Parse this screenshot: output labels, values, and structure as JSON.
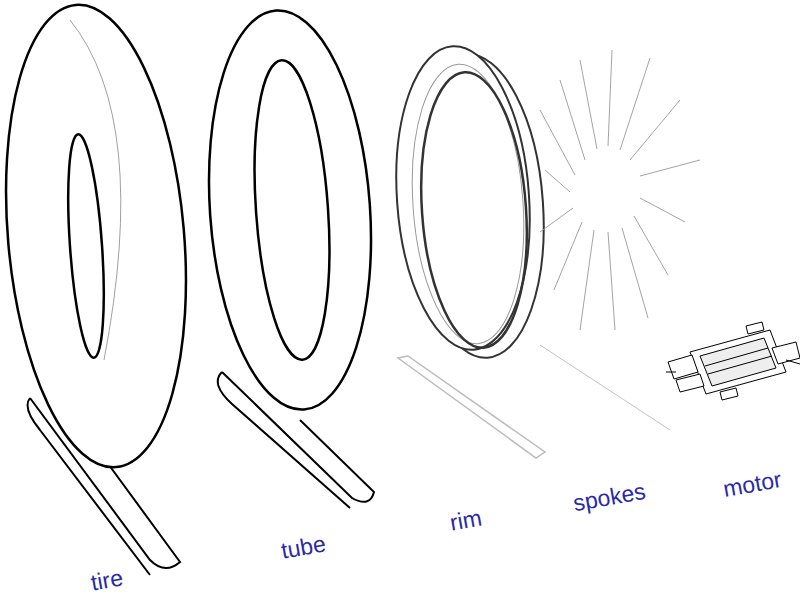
{
  "diagram": {
    "labels": [
      "tire",
      "tube",
      "rim",
      "spokes",
      "motor"
    ]
  }
}
